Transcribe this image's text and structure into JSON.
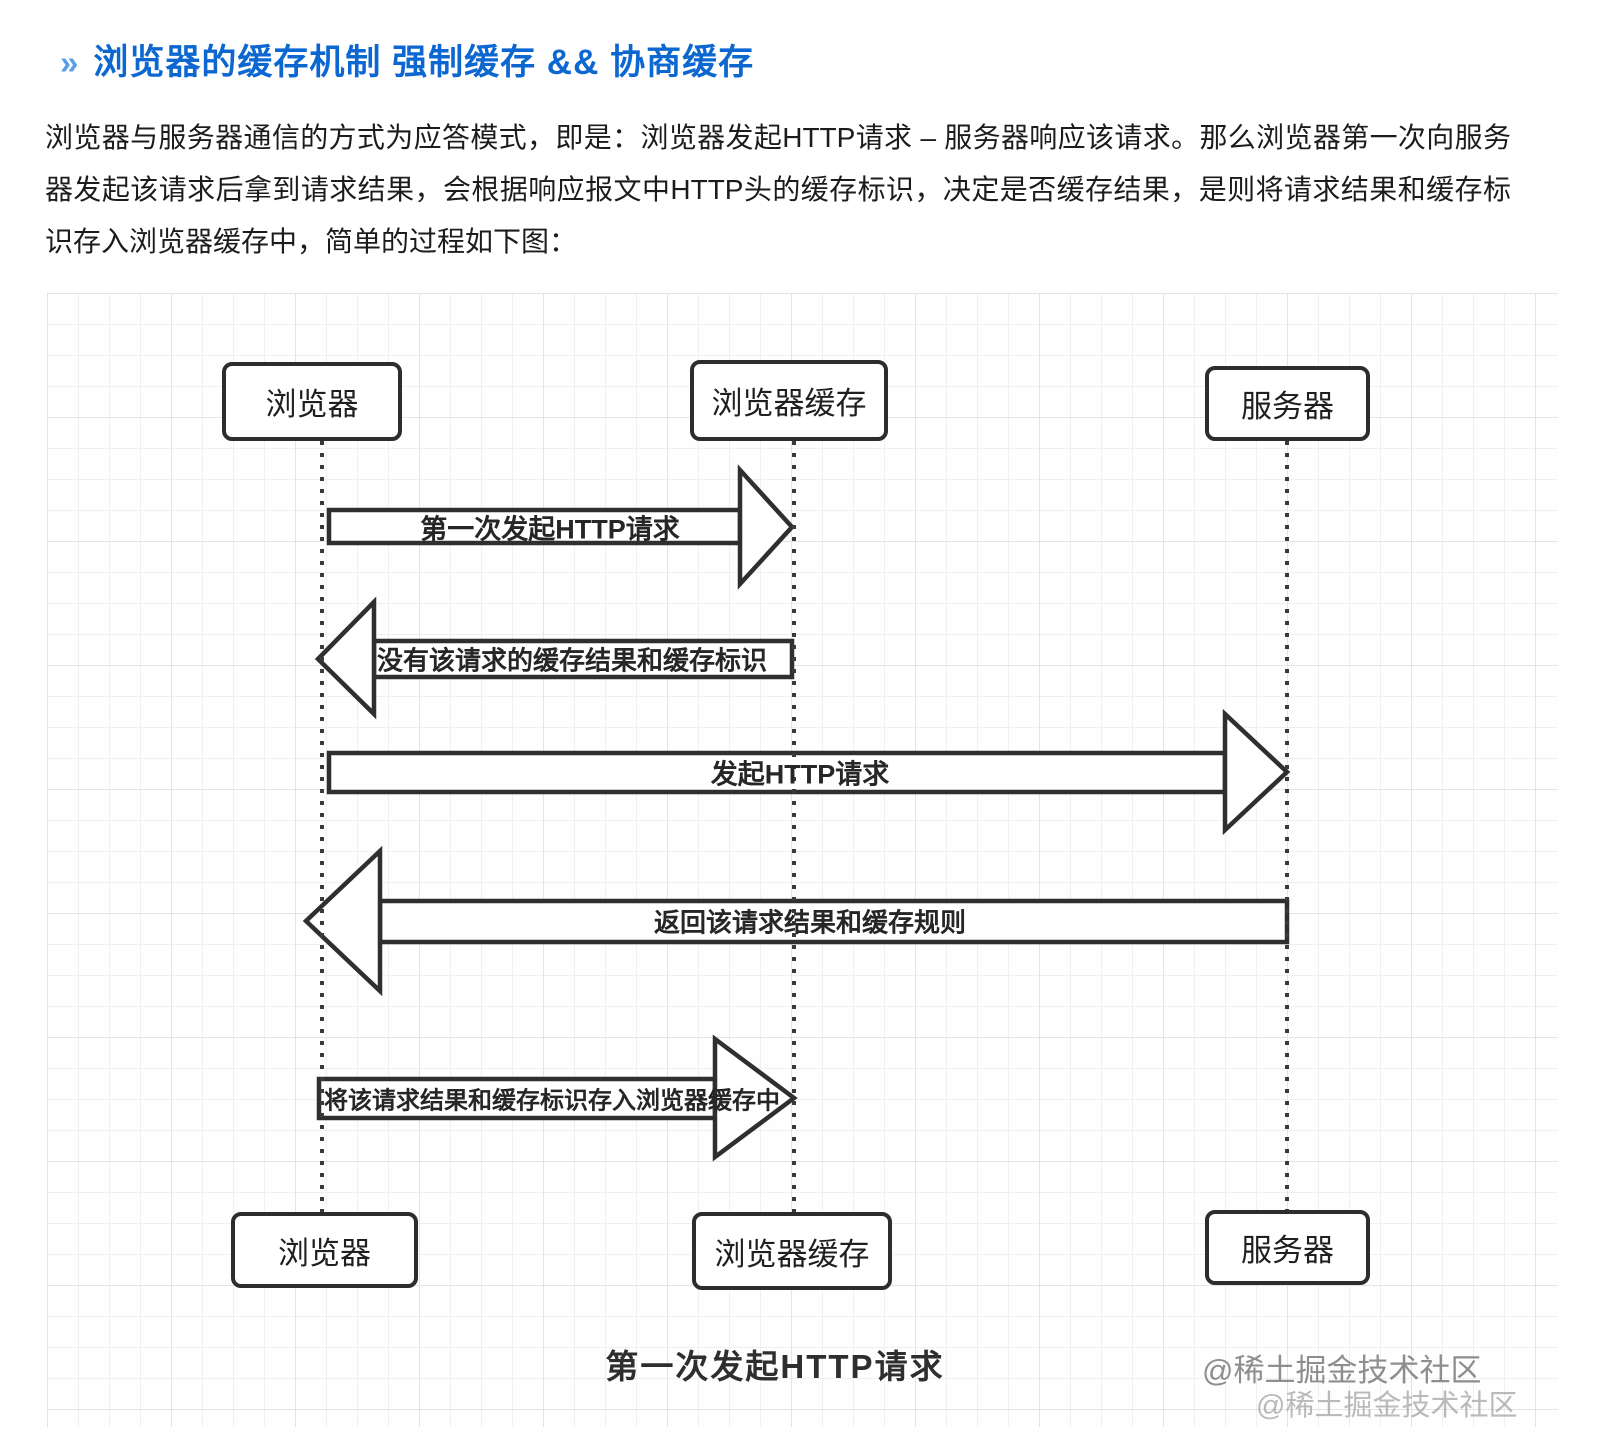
{
  "page": {
    "heading": {
      "marker": "»",
      "title": "浏览器的缓存机制 强制缓存 && 协商缓存"
    },
    "intro": "浏览器与服务器通信的方式为应答模式，即是：浏览器发起HTTP请求 – 服务器响应该请求。那么浏览器第一次向服务器发起该请求后拿到请求结果，会根据响应报文中HTTP头的缓存标识，决定是否缓存结果，是则将请求结果和缓存标识存入浏览器缓存中，简单的过程如下图："
  },
  "diagram": {
    "actors": {
      "top": [
        {
          "label": "浏览器"
        },
        {
          "label": "浏览器缓存"
        },
        {
          "label": "服务器"
        }
      ],
      "bottom": [
        {
          "label": "浏览器"
        },
        {
          "label": "浏览器缓存"
        },
        {
          "label": "服务器"
        }
      ]
    },
    "messages": [
      {
        "label": "第一次发起HTTP请求",
        "direction": "right",
        "from": "浏览器",
        "to": "浏览器缓存"
      },
      {
        "label": "没有该请求的缓存结果和缓存标识",
        "direction": "left",
        "from": "浏览器缓存",
        "to": "浏览器"
      },
      {
        "label": "发起HTTP请求",
        "direction": "right",
        "from": "浏览器",
        "to": "服务器"
      },
      {
        "label": "返回该请求结果和缓存规则",
        "direction": "left",
        "from": "服务器",
        "to": "浏览器"
      },
      {
        "label": "将该请求结果和缓存标识存入浏览器缓存中",
        "direction": "right",
        "from": "浏览器",
        "to": "浏览器缓存"
      }
    ],
    "caption": "第一次发起HTTP请求",
    "watermarks": [
      "@稀土掘金技术社区",
      "@稀土掘金技术社区"
    ]
  },
  "colors": {
    "heading_blue": "#0c68d0",
    "marker_blue": "#56a0e8",
    "line_dark": "#2f2f2f",
    "grid_line": "#e3e3ea",
    "watermark_gray": "#8c8c8c"
  }
}
